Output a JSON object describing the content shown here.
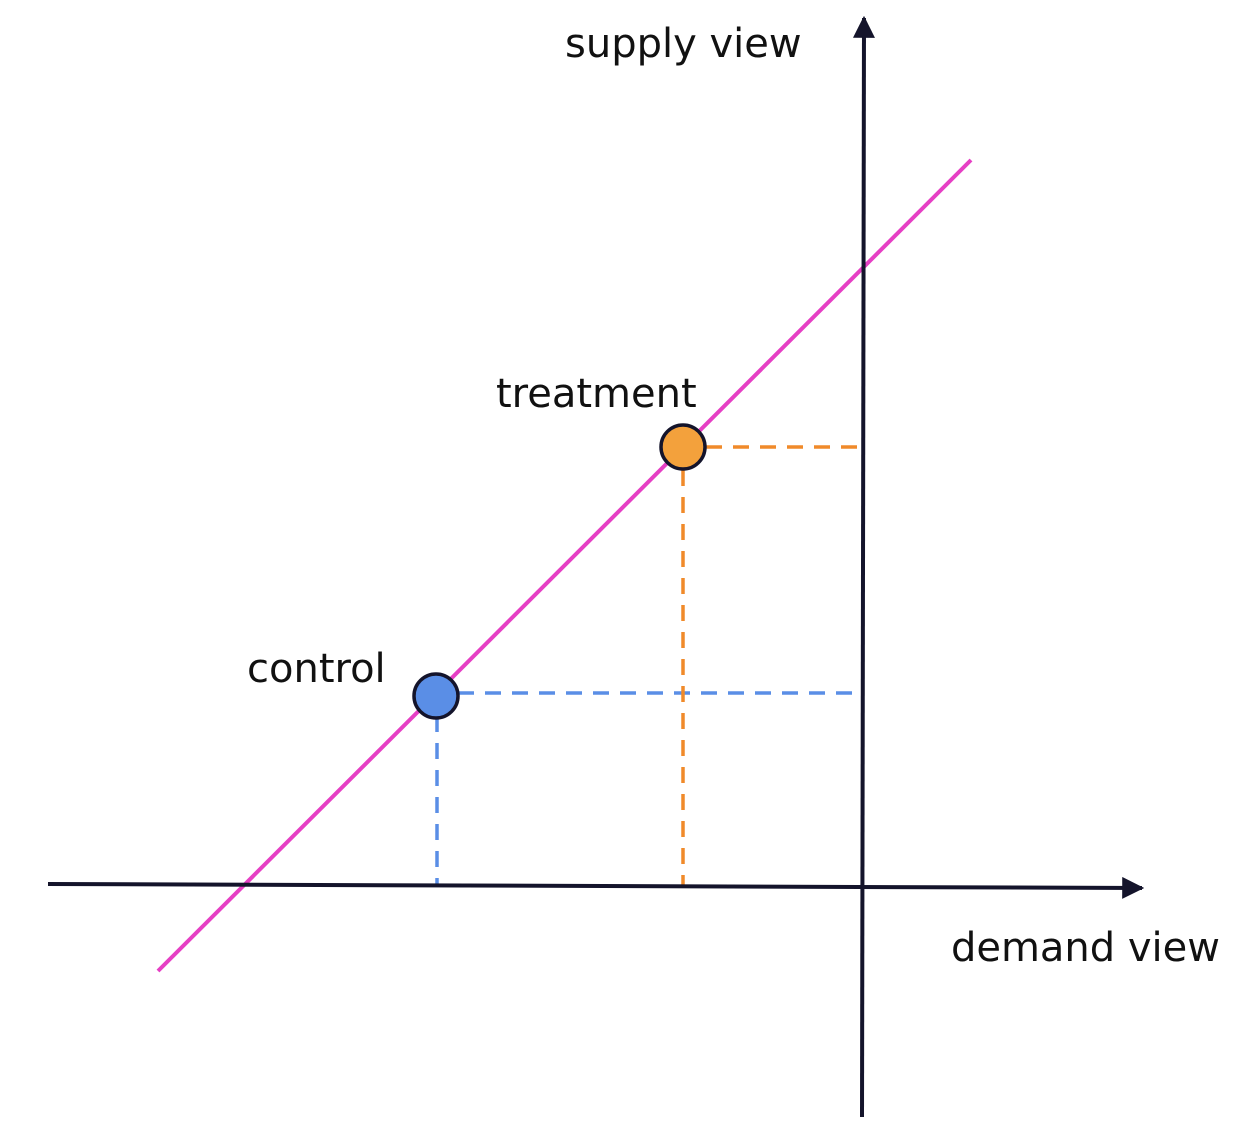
{
  "labels": {
    "y_axis": "supply view",
    "x_axis": "demand view",
    "treatment": "treatment",
    "control": "control"
  },
  "colors": {
    "axis": "#14142b",
    "line": "#e63fc4",
    "treatment_fill": "#f3a13c",
    "treatment_dash": "#f08a2a",
    "control_fill": "#5a8ee6",
    "control_dash": "#5a8ee6",
    "marker_outline": "#14142b"
  }
}
